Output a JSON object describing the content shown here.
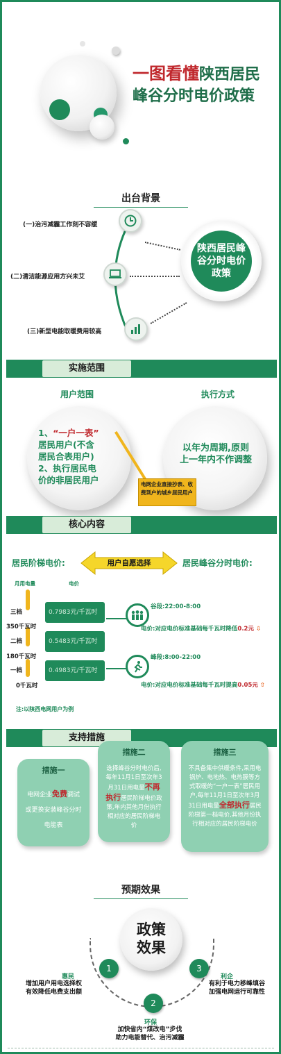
{
  "hero": {
    "title_red": "一图看懂",
    "title_green_1": "陕西居民",
    "title_line2": "峰谷分时电价政策"
  },
  "background": {
    "header": "出台背景",
    "items": [
      {
        "label": "(一)治污减霾工作刻不容缓",
        "icon": "clock-icon"
      },
      {
        "label": "(二)清洁能源应用方兴未艾",
        "icon": "laptop-icon"
      },
      {
        "label": "(三)新型电能取暖费用较高",
        "icon": "bar-chart-icon"
      }
    ],
    "center": "陕西居民峰谷分时电价政策"
  },
  "scope": {
    "header": "实施范围",
    "user_scope_title": "用户范围",
    "method_title": "执行方式",
    "user_lines": [
      "1、",
      "“一户一表”",
      "居民用户(不含",
      "居民合表用户)",
      "2、执行居民电",
      "价的非居民用户"
    ],
    "method_text": "以年为周期,原则上一年内不作调整",
    "note": "电网企业直接抄表、收费到户的城乡居民用户"
  },
  "core": {
    "header": "核心内容",
    "left_title": "居民阶梯电价:",
    "right_title": "居民峰谷分时电价:",
    "choice": "用户自愿选择",
    "col_usage": "月用电量",
    "col_price": "电价",
    "tiers": [
      {
        "level": "三档",
        "price": "0.7983元/千瓦时"
      },
      {
        "level": "二档",
        "price": "0.5483元/千瓦时"
      },
      {
        "level": "一档",
        "price": "0.4983元/千瓦时"
      }
    ],
    "thresholds": [
      "350千瓦时",
      "180千瓦时",
      "0千瓦时"
    ],
    "valley_period": "谷段:22:00-8:00",
    "valley_price_prefix": "电价:对应电价标准基础每千瓦时降低",
    "valley_change": "0.2元",
    "peak_period": "峰段:8:00-22:00",
    "peak_price_prefix": "电价:对应电价标准基础每千瓦时提高",
    "peak_change": "0.05元",
    "note": "注:以陕西电网用户为例"
  },
  "support": {
    "header": "支持措施",
    "cards": [
      {
        "title": "措施一",
        "pre": "电网企业",
        "highlight": "免费",
        "post": "调试或更换安装峰谷分时电能表"
      },
      {
        "title": "措施二",
        "pre": "选择峰谷分时电价后,每年11月1日至次年3月31日用电量",
        "highlight": "不再执行",
        "post": "居民阶梯电价政策,年内其他月份执行相对应的居民阶梯电价"
      },
      {
        "title": "措施三",
        "pre": "不具备集中供暖条件,采用电锅炉、电地热、电热膜等方式取暖的“一户一表”居民用户,每年11月1日至次年3月31日用电量",
        "highlight": "全部执行",
        "post": "居民阶梯第一档电价,其他月份执行相对应的居民阶梯电价"
      }
    ]
  },
  "effects": {
    "header": "预期效果",
    "center_line1": "政策",
    "center_line2": "效果",
    "items": [
      {
        "num": "1",
        "title": "惠民",
        "desc1": "增加用户用电选择权",
        "desc2": "有效降低电费支出额"
      },
      {
        "num": "2",
        "title": "环保",
        "desc1": "加快省内“煤改电”步伐",
        "desc2": "助力电能替代、治污减霾"
      },
      {
        "num": "3",
        "title": "利企",
        "desc1": "有利于电力移峰填谷",
        "desc2": "加强电网运行可靠性"
      }
    ]
  },
  "colors": {
    "primary_green": "#1f8a5a",
    "accent_red": "#c0282d",
    "accent_yellow": "#f0b51d",
    "card_green": "#8fd0b2"
  }
}
